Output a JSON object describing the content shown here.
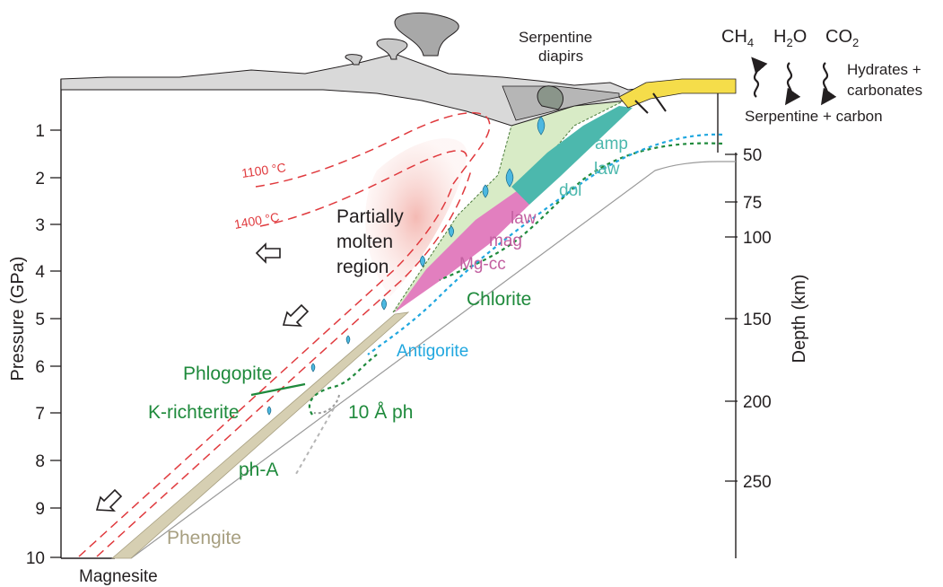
{
  "figure": {
    "y_axis_label": "Pressure (GPa)",
    "y_ticks": [
      "1",
      "2",
      "3",
      "4",
      "5",
      "6",
      "7",
      "8",
      "9",
      "10"
    ],
    "right_axis_label": "Depth (km)",
    "right_ticks": [
      "50",
      "75",
      "100",
      "150",
      "200",
      "250"
    ],
    "surface": {
      "serpentine_diapirs": [
        "Serpentine",
        "diapirs"
      ],
      "gases": {
        "ch4": "CH",
        "ch4_sub": "4",
        "h2o": "H",
        "h2o_sub": "2",
        "h2o_tail": "O",
        "co2": "CO",
        "co2_sub": "2"
      },
      "hydrates": [
        "Hydrates +",
        "carbonates"
      ],
      "serpentine_carbon": "Serpentine + carbon"
    },
    "isotherms": {
      "t1100": "1100 °C",
      "t1400": "1400 °C"
    },
    "molten_region": [
      "Partially",
      "molten",
      "region"
    ],
    "wedge_labels": {
      "amp": "amp",
      "law1": "law",
      "dol": "dol",
      "law2": "law",
      "mag": "mag",
      "mgcc": "Mg-cc"
    },
    "phases": {
      "chlorite": "Chlorite",
      "antigorite": "Antigorite",
      "phlogopite": "Phlogopite",
      "k_richterite": "K-richterite",
      "ten_a_ph": "10 Å ph",
      "ph_a": "ph-A",
      "phengite": "Phengite",
      "magnesite": "Magnesite"
    },
    "colors": {
      "red_isotherm": "#e03a3e",
      "molten": "#f7c9c4",
      "green_phase": "#1f8a3c",
      "blue_antigorite": "#20a7df",
      "slab_tan": "#d6cfb2",
      "mantle_wedge_green": "#d8ebc6",
      "teal": "#4cb8ad",
      "magenta": "#e27fbf",
      "yellow_sediment": "#f5dd4a",
      "crust_grey": "#d9d9d9"
    }
  }
}
